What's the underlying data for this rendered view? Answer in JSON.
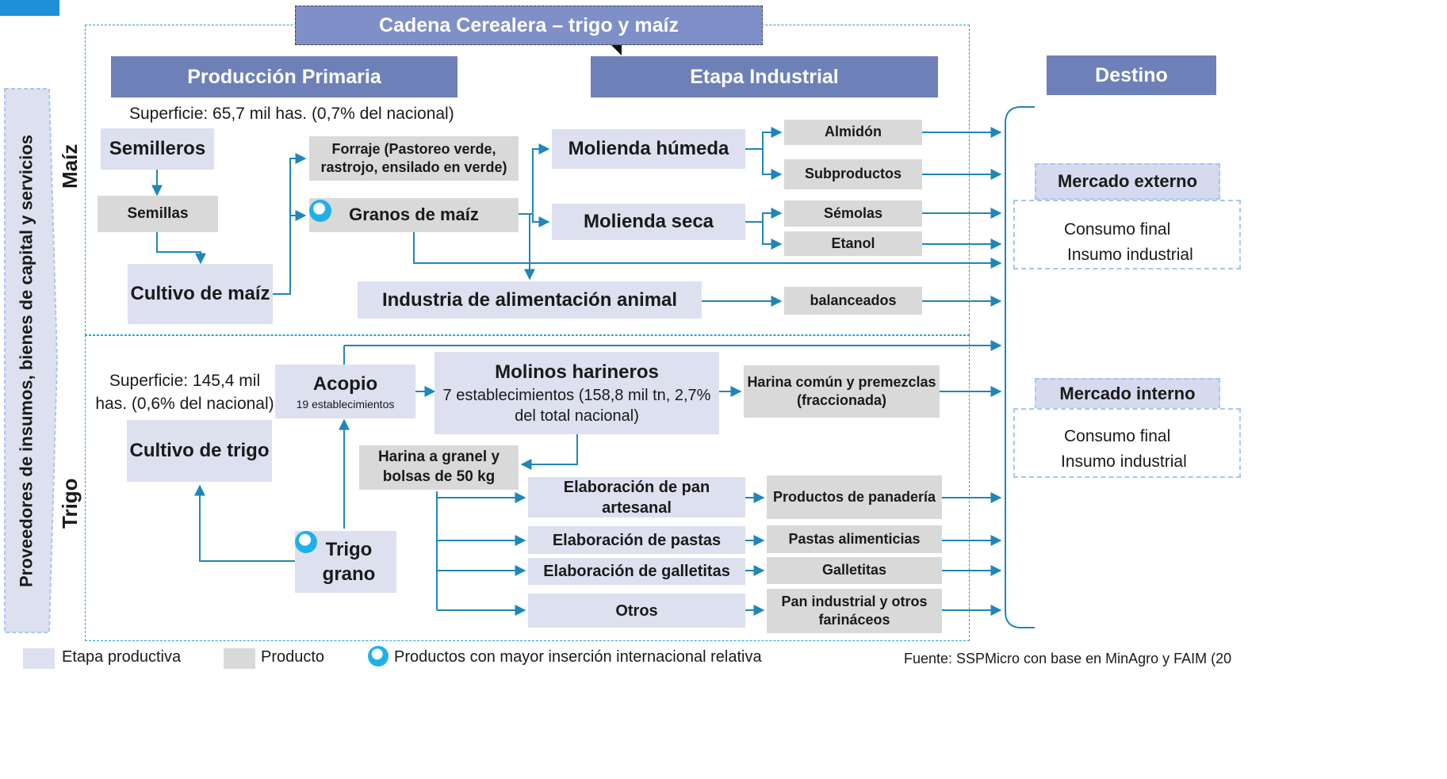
{
  "title": "Cadena Cerealera – trigo y maíz",
  "headers": {
    "primary": "Producción Primaria",
    "industrial": "Etapa Industrial",
    "destino": "Destino"
  },
  "side_label": "Proveedores de insumos, bienes de capital y servicios",
  "sections": {
    "maiz": "Maíz",
    "trigo": "Trigo"
  },
  "maiz": {
    "superficie": "Superficie:  65,7 mil  has. (0,7% del nacional)",
    "semilleros": "Semilleros",
    "semillas": "Semillas",
    "cultivo": "Cultivo de maíz",
    "forraje": "Forraje (Pastoreo verde, rastrojo, ensilado en verde)",
    "granos": "Granos de maíz",
    "molienda_humeda": "Molienda húmeda",
    "molienda_seca": "Molienda seca",
    "alimentacion": "Industria de alimentación animal",
    "almidon": "Almidón",
    "subproductos": "Subproductos",
    "semolas": "Sémolas",
    "etanol": "Etanol",
    "balanceados": "balanceados"
  },
  "trigo": {
    "superficie": "Superficie: 145,4 mil has. (0,6% del nacional)",
    "acopio": "Acopio",
    "acopio_sub": "19 establecimientos",
    "cultivo": "Cultivo de trigo",
    "grano": "Trigo grano",
    "molinos_title": "Molinos harineros",
    "molinos_sub": "7 establecimientos (158,8 mil tn, 2,7% del total nacional)",
    "harina_granel": "Harina a granel y bolsas de 50 kg",
    "harina_comun": "Harina  común  y premezclas (fraccionada)",
    "pan_artesanal": "Elaboración de pan artesanal",
    "pastas": "Elaboración de pastas",
    "galletitas": "Elaboración de galletitas",
    "otros": "Otros",
    "prod_panaderia": "Productos de panadería",
    "pastas_alim": "Pastas  alimenticias",
    "galletitas_prod": "Galletitas",
    "pan_industrial": "Pan industrial y otros farináceos"
  },
  "destino": {
    "externo": "Mercado externo",
    "externo_lines": [
      "Consumo final",
      "Insumo industrial"
    ],
    "interno": "Mercado interno",
    "interno_lines": [
      "Consumo final",
      "Insumo industrial"
    ]
  },
  "legend": {
    "etapa": "Etapa productiva",
    "producto": "Producto",
    "insercion": "Productos con mayor inserción internacional relativa"
  },
  "source": "Fuente: SSPMicro con base en MinAgro y FAIM (20",
  "colors": {
    "header": "#6d80b8",
    "stage": "#dde0ef",
    "product": "#d9d9d9",
    "arrow": "#1f86b8",
    "dashed": "#2a9fd6"
  }
}
